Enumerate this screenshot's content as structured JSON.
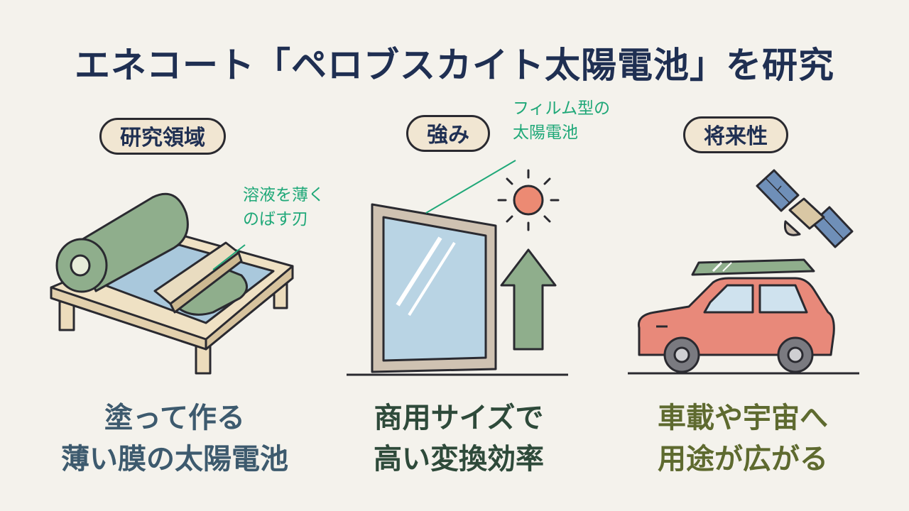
{
  "title": "エネコート「ペロブスカイト太陽電池」を研究",
  "sections": [
    {
      "label": "研究領域",
      "annotation": [
        "溶液を薄く",
        "のばす刃"
      ],
      "caption": [
        "塗って作る",
        "薄い膜の太陽電池"
      ],
      "caption_color": "#3d5a6e"
    },
    {
      "label": "強み",
      "annotation": [
        "フィルム型の",
        "太陽電池"
      ],
      "caption": [
        "商用サイズで",
        "高い変換効率"
      ],
      "caption_color": "#2e4a3a"
    },
    {
      "label": "将来性",
      "annotation": [],
      "caption": [
        "車載や宇宙へ",
        "用途が広がる"
      ],
      "caption_color": "#5e6a2f"
    }
  ],
  "colors": {
    "title": "#1f2f52",
    "pill_bg": "#f1e6d2",
    "annotation": "#1fa878",
    "roll_green": "#8fae8c",
    "film_blue": "#a9c8dc",
    "sun": "#ec8a73",
    "car": "#e8897a"
  },
  "icons": [
    "film-roll-coater-icon",
    "window-solar-panel-icon",
    "sun-icon",
    "up-arrow-icon",
    "satellite-icon",
    "car-with-solar-roof-icon"
  ]
}
